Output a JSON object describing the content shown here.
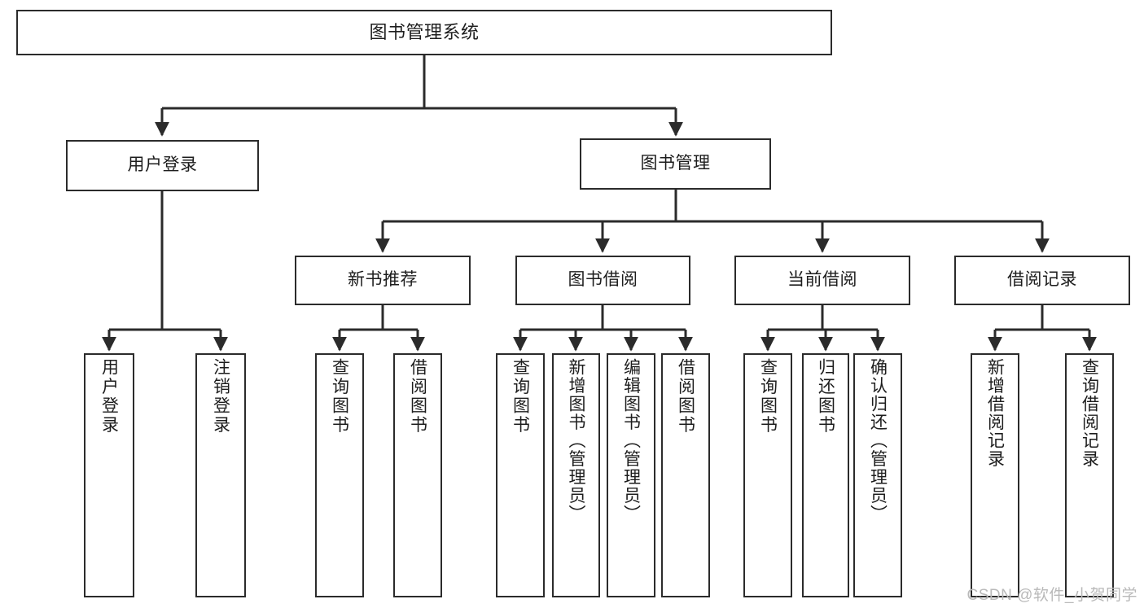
{
  "diagram": {
    "title": "图书管理系统",
    "type": "hierarchy-tree",
    "watermark": "CSDN @软件_小贺同学",
    "colors": {
      "stroke": "#2b2b2b",
      "fill": "#ffffff",
      "text": "#1d1d1d",
      "watermark": "#b9b9b9"
    },
    "root": {
      "label": "图书管理系统"
    },
    "level2": [
      {
        "label": "用户登录"
      },
      {
        "label": "图书管理"
      }
    ],
    "level3": [
      {
        "label": "新书推荐"
      },
      {
        "label": "图书借阅"
      },
      {
        "label": "当前借阅"
      },
      {
        "label": "借阅记录"
      }
    ],
    "leaves": {
      "user_login": [
        {
          "label": "用户登录"
        },
        {
          "label": "注销登录"
        }
      ],
      "new_book": [
        {
          "label": "查询图书"
        },
        {
          "label": "借阅图书"
        }
      ],
      "borrow_book": [
        {
          "label": "查询图书"
        },
        {
          "label": "新增图书（管理员）"
        },
        {
          "label": "编辑图书（管理员）"
        },
        {
          "label": "借阅图书"
        }
      ],
      "current_borrow": [
        {
          "label": "查询图书"
        },
        {
          "label": "归还图书"
        },
        {
          "label": "确认归还（管理员）"
        }
      ],
      "borrow_record": [
        {
          "label": "新增借阅记录"
        },
        {
          "label": "查询借阅记录"
        }
      ]
    }
  }
}
